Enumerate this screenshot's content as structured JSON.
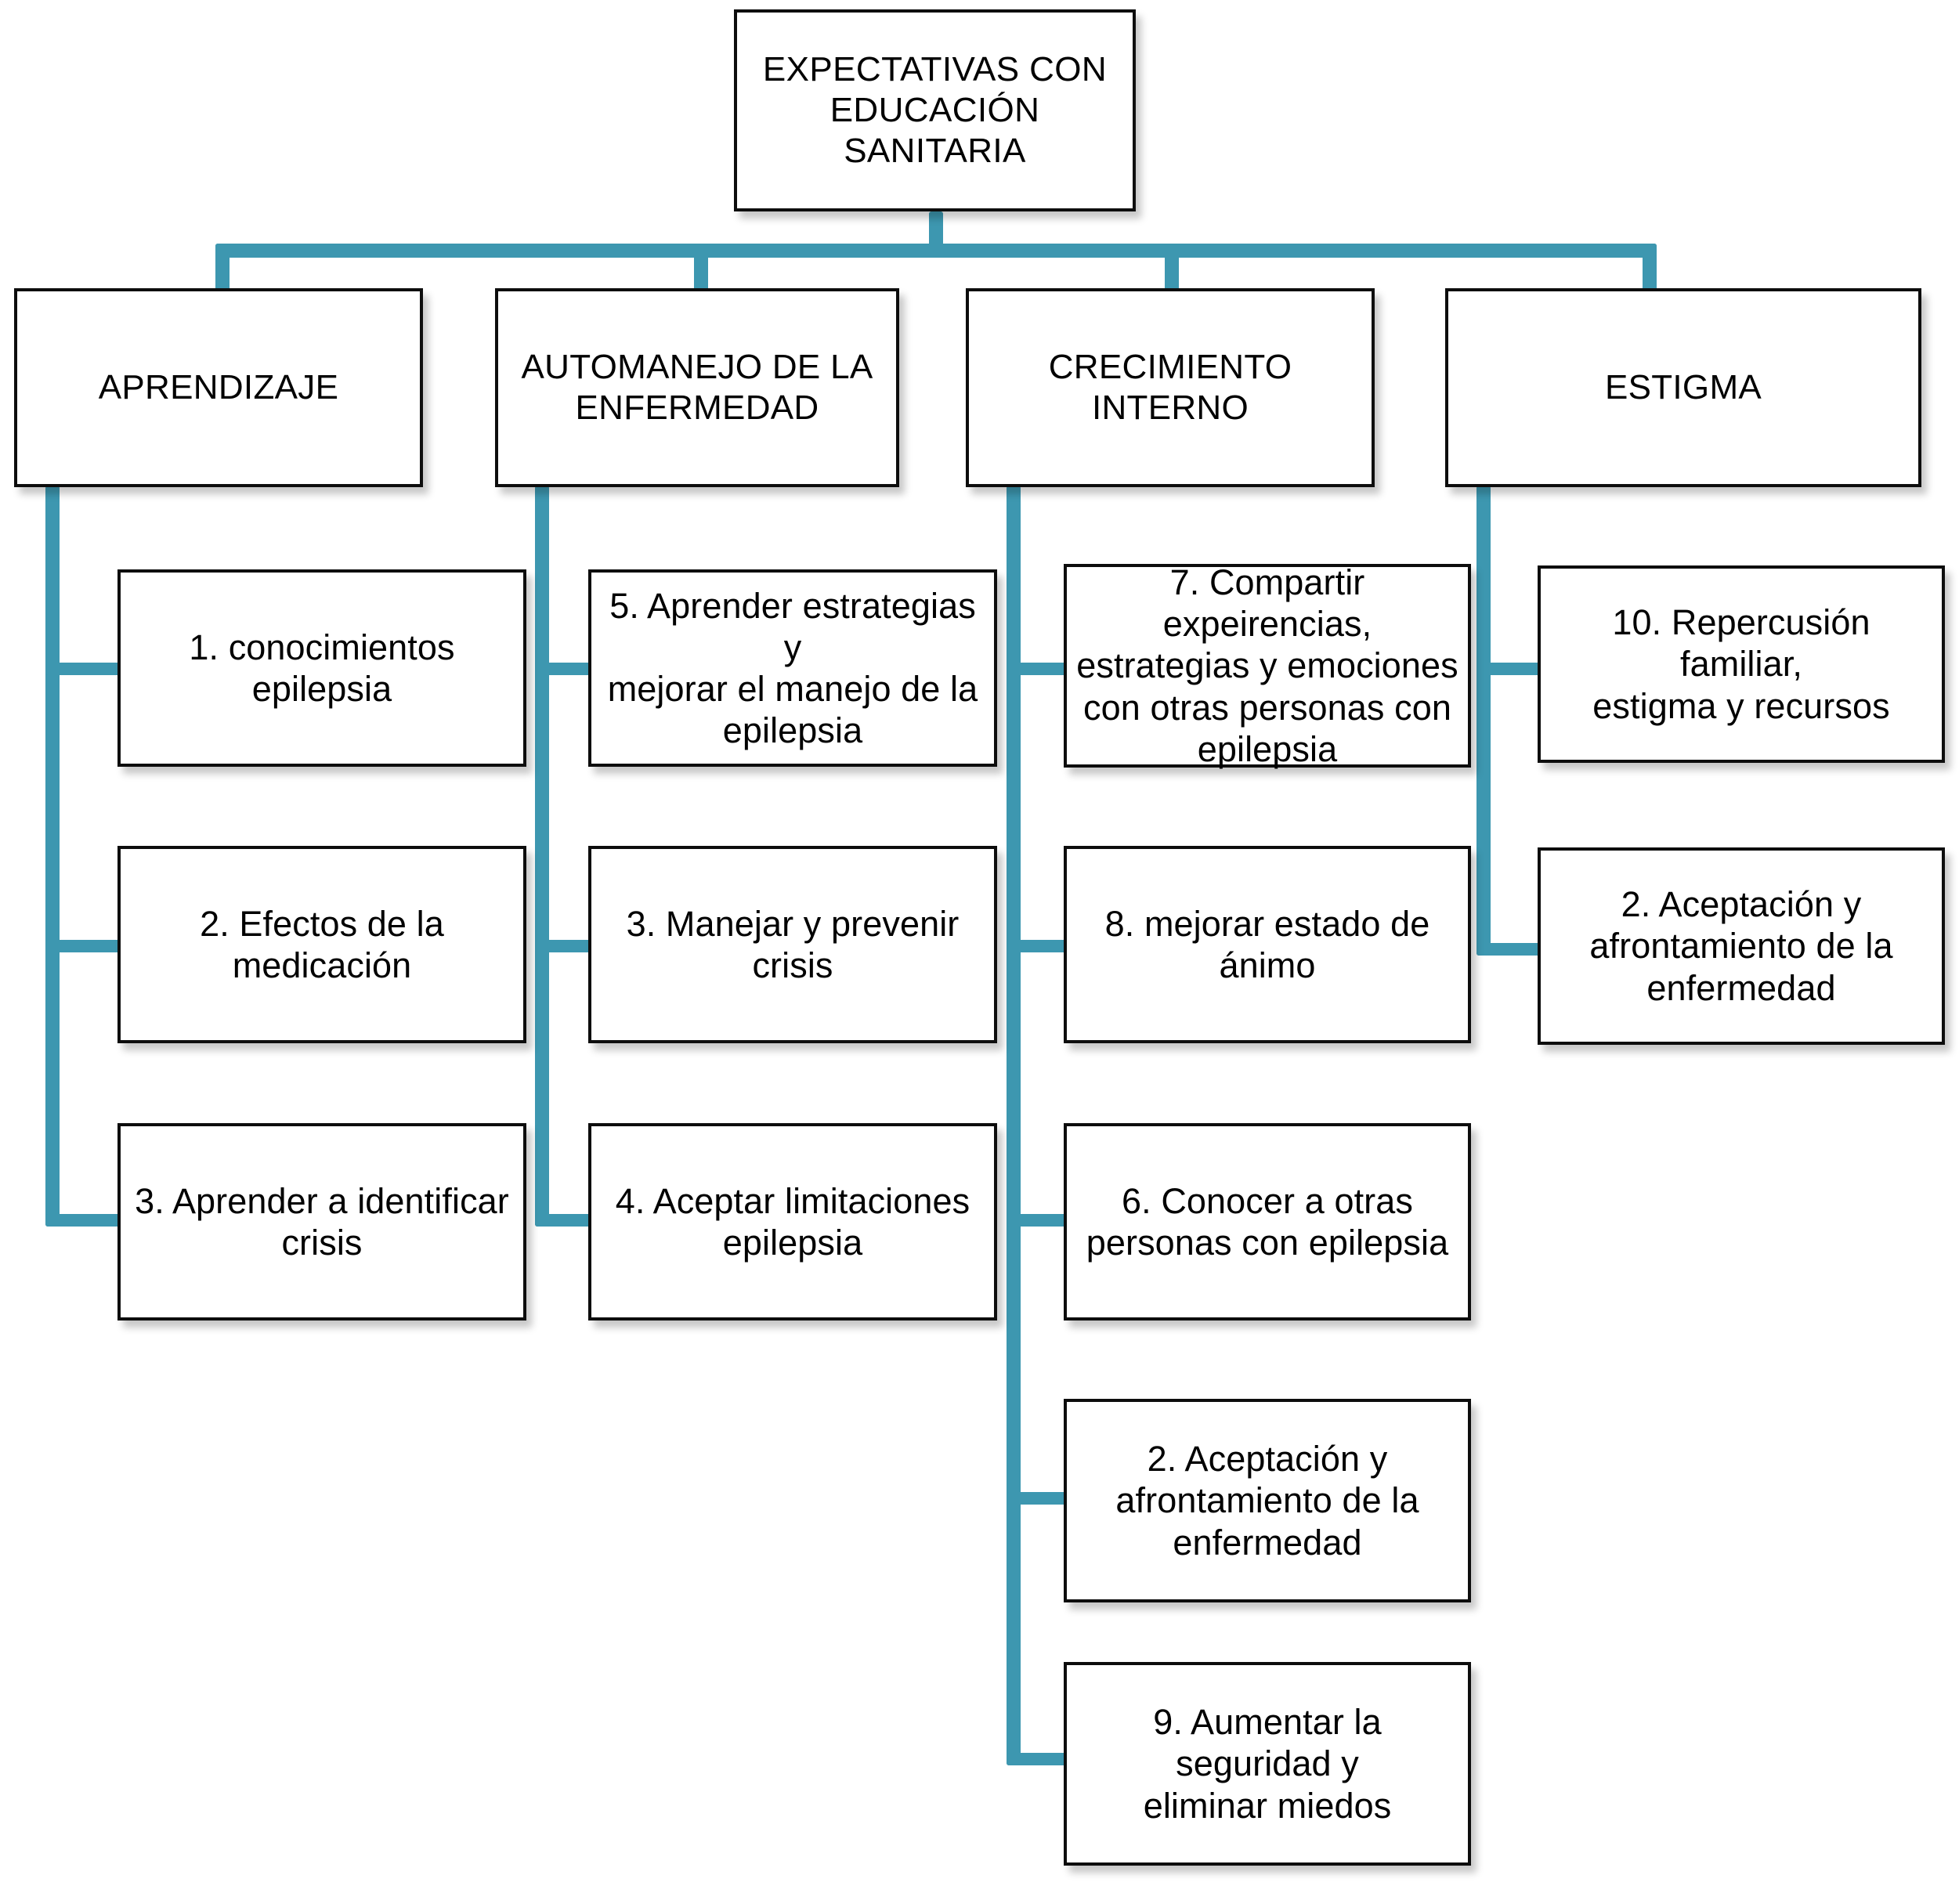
{
  "diagram": {
    "title": "EXPECTATIVAS CON EDUCACIÓN SANITARIA",
    "connector_color": "#3d97b0",
    "box_border_color": "#0d0d0d",
    "box_fill_color": "#ffffff",
    "root": {
      "label": "EXPECTATIVAS CON\nEDUCACIÓN SANITARIA"
    },
    "branches": [
      {
        "label": "APRENDIZAJE",
        "children": [
          {
            "label": "1. conocimientos epilepsia"
          },
          {
            "label": "2. Efectos de la medicación"
          },
          {
            "label": "3. Aprender a identificar\ncrisis"
          }
        ]
      },
      {
        "label": "AUTOMANEJO DE LA\nENFERMEDAD",
        "children": [
          {
            "label": "5. Aprender estrategias y\nmejorar el manejo de la\nepilepsia"
          },
          {
            "label": "3. Manejar y prevenir crisis"
          },
          {
            "label": "4. Aceptar limitaciones\nepilepsia"
          }
        ]
      },
      {
        "label": "CRECIMIENTO INTERNO",
        "children": [
          {
            "label": "7. Compartir expeirencias,\nestrategias y emociones\ncon otras personas con\nepilepsia"
          },
          {
            "label": "8. mejorar estado de\nánimo"
          },
          {
            "label": "6. Conocer a otras\npersonas con epilepsia"
          },
          {
            "label": "2. Aceptación  y\nafrontamiento de la\nenfermedad"
          },
          {
            "label": "9. Aumentar la seguridad y\neliminar miedos"
          }
        ]
      },
      {
        "label": "ESTIGMA",
        "children": [
          {
            "label": "10. Repercusión familiar,\nestigma y recursos"
          },
          {
            "label": "2. Aceptación y\nafrontamiento de la\nenfermedad"
          }
        ]
      }
    ]
  }
}
